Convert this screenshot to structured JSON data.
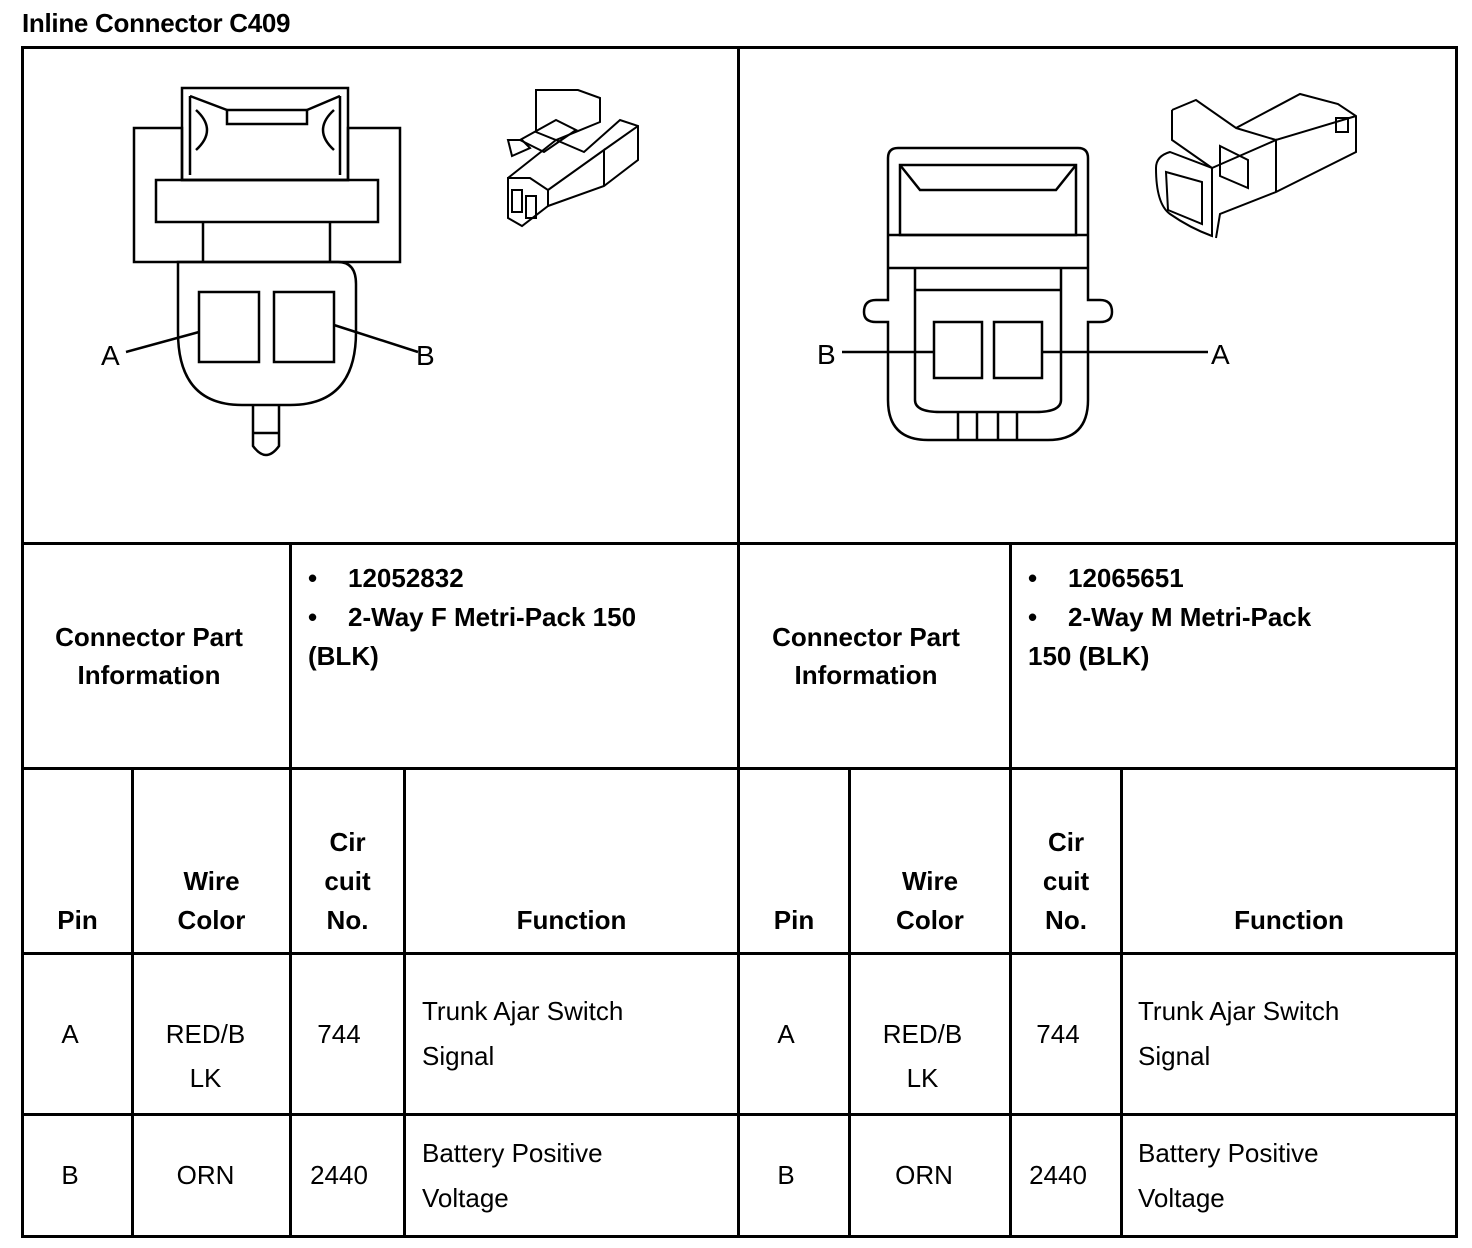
{
  "title": "Inline Connector C409",
  "left": {
    "pin_labels": {
      "left": "A",
      "right": "B"
    },
    "part_info_label": "Connector Part Information",
    "part_number": "12052832",
    "description": "2-Way F Metri-Pack 150 (BLK)",
    "description_line1": "2-Way F Metri-Pack 150",
    "description_line2": "(BLK)",
    "headers": {
      "pin": "Pin",
      "wire_color": "Wire Color",
      "circuit_1": "Cir",
      "circuit_2": "cuit",
      "circuit_3": "No.",
      "wire_1": "Wire",
      "wire_2": "Color",
      "function": "Function"
    },
    "rows": [
      {
        "pin": "A",
        "wire_color_1": "RED/B",
        "wire_color_2": "LK",
        "circuit": "744",
        "function_1": "Trunk Ajar Switch",
        "function_2": "Signal"
      },
      {
        "pin": "B",
        "wire_color_1": "ORN",
        "circuit": "2440",
        "function_1": "Battery Positive",
        "function_2": "Voltage"
      }
    ]
  },
  "right": {
    "pin_labels": {
      "left": "B",
      "right": "A"
    },
    "part_info_label": "Connector Part Information",
    "part_number": "12065651",
    "description_line1": "2-Way M Metri-Pack",
    "description_line2": "150 (BLK)",
    "headers": {
      "pin": "Pin",
      "circuit_1": "Cir",
      "circuit_2": "cuit",
      "circuit_3": "No.",
      "wire_1": "Wire",
      "wire_2": "Color",
      "function": "Function"
    },
    "rows": [
      {
        "pin": "A",
        "wire_color_1": "RED/B",
        "wire_color_2": "LK",
        "circuit": "744",
        "function_1": "Trunk Ajar Switch",
        "function_2": "Signal"
      },
      {
        "pin": "B",
        "wire_color_1": "ORN",
        "circuit": "2440",
        "function_1": "Battery Positive",
        "function_2": "Voltage"
      }
    ]
  },
  "bullet": "•"
}
